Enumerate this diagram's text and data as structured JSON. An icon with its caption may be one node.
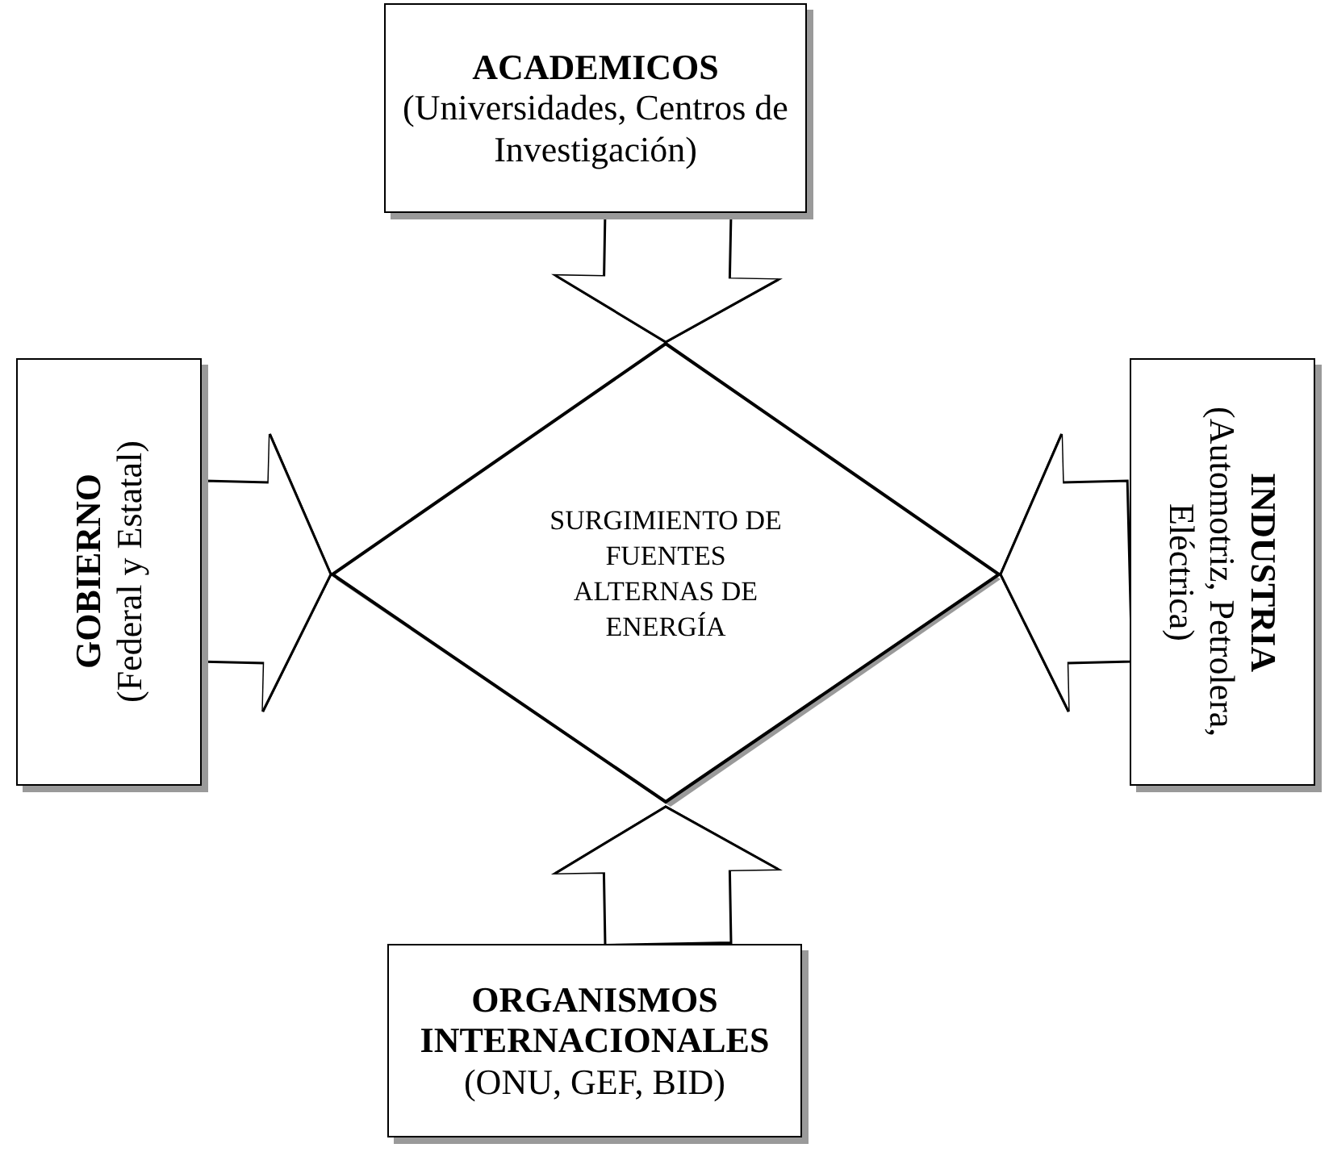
{
  "diagram": {
    "nodes": [
      {
        "text": [
          "ACADEMICOS",
          "(Universidades, Centros de Investigación)"
        ]
      },
      {
        "text": [
          "GOBIERNO",
          "(Federal y Estatal)"
        ]
      },
      {
        "text": [
          "SURGIMIENTO DE FUENTES ALTERNAS DE ENERGÍA"
        ]
      },
      {
        "text": [
          "INDUSTRIA",
          "(Automotriz, Petrolera, Eléctrica)"
        ]
      },
      {
        "text": [
          "ORGANISMOS INTERNACIONALES",
          "(ONU, GEF, BID)"
        ]
      }
    ],
    "edges": [
      {
        "from": 0,
        "to": 2,
        "arrow": "to"
      },
      {
        "from": 1,
        "to": 2,
        "arrow": "to"
      },
      {
        "from": 3,
        "to": 2,
        "arrow": "to"
      },
      {
        "from": 4,
        "to": 2,
        "arrow": "to"
      }
    ]
  }
}
